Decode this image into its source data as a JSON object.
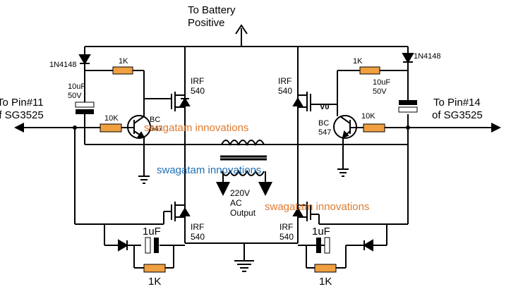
{
  "header": {
    "line1": "To Battery",
    "line2": "Positive"
  },
  "left_pin": {
    "line1": "To Pin#11",
    "line2": "of SG3525"
  },
  "right_pin": {
    "line1": "To Pin#14",
    "line2": "of SG3525"
  },
  "left_diode_label": "1N4148",
  "right_diode_label": "1N4148",
  "left_top_res": "1K",
  "right_top_res": "1K",
  "left_cap": {
    "line1": "10uF",
    "line2": "50V"
  },
  "right_cap": {
    "line1": "10uF",
    "line2": "50V"
  },
  "left_base_res": "10K",
  "right_base_res": "10K",
  "left_transistor": {
    "line1": "BC",
    "line2": "547"
  },
  "right_transistor": {
    "line1": "BC",
    "line2": "547"
  },
  "mosfet_tl": {
    "line1": "IRF",
    "line2": "540"
  },
  "mosfet_tr": {
    "line1": "IRF",
    "line2": "540"
  },
  "mosfet_bl": {
    "line1": "IRF",
    "line2": "540"
  },
  "mosfet_br": {
    "line1": "IRF",
    "line2": "540"
  },
  "vo_label": "V0",
  "output": {
    "line1": "220V",
    "line2": "AC",
    "line3": "Output"
  },
  "bottom_left_cap": "1uF",
  "bottom_right_cap": "1uF",
  "bottom_left_res": "1K",
  "bottom_right_res": "1K",
  "watermarks": {
    "w1": "swagatam innovations",
    "w2": "swagatam innovations",
    "w3": "swagatam innovations"
  },
  "colors": {
    "wire": "#000000",
    "resistor_fill": "#f0a040",
    "watermark_orange": "#e07a2e",
    "watermark_blue": "#1f6fb5"
  }
}
